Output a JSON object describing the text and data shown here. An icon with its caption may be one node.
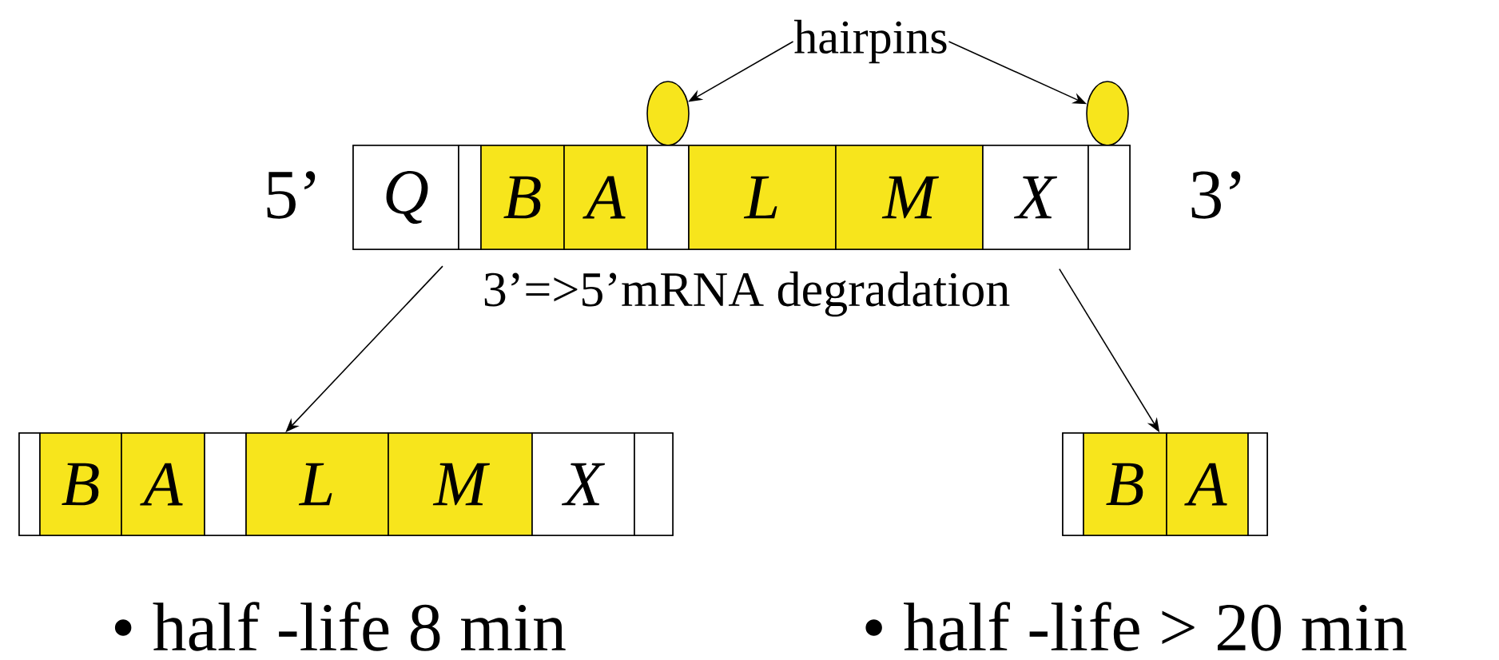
{
  "diagram": {
    "nodes": [
      {
        "text": [
          "hairpins"
        ]
      },
      {
        "text": [],
        "shape": "ellipse"
      },
      {
        "text": [],
        "shape": "ellipse"
      },
      {
        "text": [],
        "shape": "bar"
      },
      {
        "text": [
          "Q"
        ],
        "in": 3
      },
      {
        "text": [],
        "shape": "box",
        "in": 3
      },
      {
        "text": [
          "B"
        ],
        "in": 3
      },
      {
        "text": [
          "A"
        ],
        "in": 3
      },
      {
        "text": [],
        "shape": "box",
        "in": 3
      },
      {
        "text": [
          "L"
        ],
        "in": 3
      },
      {
        "text": [
          "M"
        ],
        "in": 3
      },
      {
        "text": [
          "X"
        ],
        "in": 3
      },
      {
        "text": [],
        "shape": "box",
        "in": 3
      },
      {
        "text": [],
        "shape": "bar",
        "beside": [
          "• half -life 8 min"
        ]
      },
      {
        "text": [],
        "shape": "box",
        "in": 13
      },
      {
        "text": [
          "B"
        ],
        "in": 13
      },
      {
        "text": [
          "A"
        ],
        "in": 13
      },
      {
        "text": [],
        "shape": "box",
        "in": 13
      },
      {
        "text": [
          "L"
        ],
        "in": 13
      },
      {
        "text": [
          "M"
        ],
        "in": 13
      },
      {
        "text": [
          "X"
        ],
        "in": 13
      },
      {
        "text": [],
        "shape": "box",
        "in": 13
      },
      {
        "text": [],
        "shape": "bar",
        "beside": [
          "• half -life > 20 min"
        ]
      },
      {
        "text": [],
        "shape": "box",
        "in": 22
      },
      {
        "text": [
          "B"
        ],
        "in": 22
      },
      {
        "text": [
          "A"
        ],
        "in": 22
      },
      {
        "text": [],
        "shape": "box",
        "in": 22
      }
    ],
    "edges": [
      {
        "from": 0,
        "to": 1,
        "arrow": "to"
      },
      {
        "from": 0,
        "to": 2,
        "arrow": "to"
      },
      {
        "from": 3,
        "to": 13,
        "arrow": "to"
      },
      {
        "from": 3,
        "to": 22,
        "arrow": "to"
      }
    ],
    "labels": [
      "5’",
      "3’",
      "3’=>5’mRNA degradation"
    ]
  }
}
